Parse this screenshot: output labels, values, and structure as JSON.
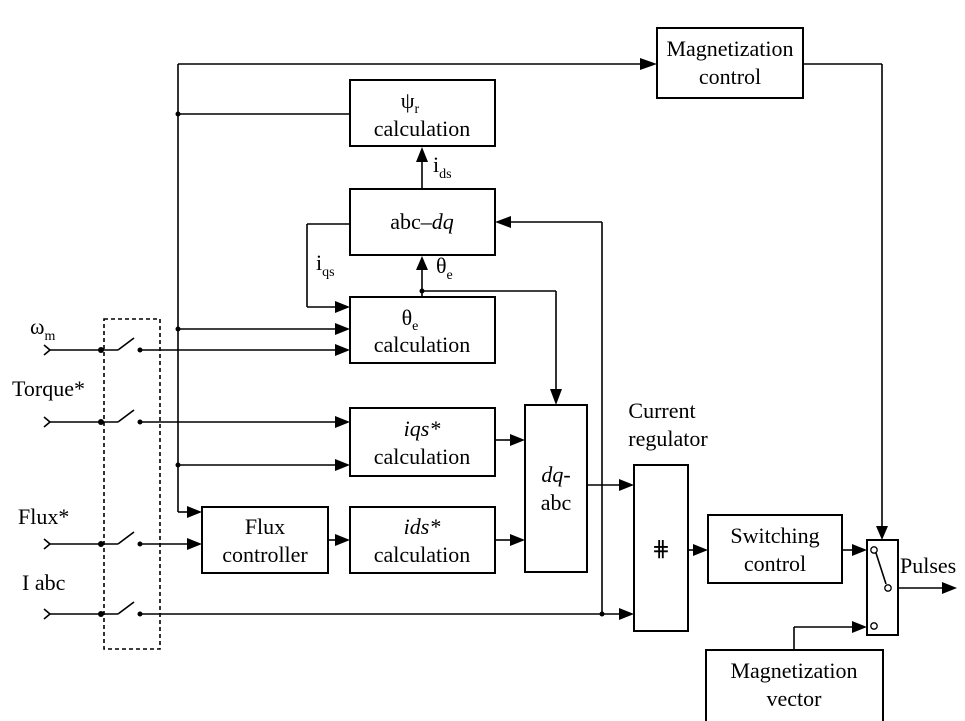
{
  "blocks": {
    "magnetization_control": {
      "line1": "Magnetization",
      "line2": "control"
    },
    "psi_calc": {
      "symbol": "ψ",
      "subscript": "r",
      "line2": "calculation"
    },
    "abc_dq": {
      "prefix": "abc–",
      "italic": "dq"
    },
    "theta_calc": {
      "symbol": "θ",
      "subscript": "e",
      "line2": "calculation"
    },
    "iqs_calc": {
      "line1": "iqs*",
      "line2": "calculation"
    },
    "ids_calc": {
      "line1": "ids*",
      "line2": "calculation"
    },
    "flux_controller": {
      "line1": "Flux",
      "line2": "controller"
    },
    "dq_abc": {
      "line1": "dq-",
      "line2": "abc"
    },
    "current_regulator": {
      "line1": "Current",
      "line2": "regulator",
      "symbol": "⋕"
    },
    "switching_control": {
      "line1": "Switching",
      "line2": "control"
    },
    "magnetization_vector": {
      "line1": "Magnetization",
      "line2": "vector"
    }
  },
  "signals": {
    "ids": {
      "base": "i",
      "sub": "ds"
    },
    "iqs": {
      "base": "i",
      "sub": "qs"
    },
    "theta_e": {
      "base": "θ",
      "sub": "e"
    }
  },
  "inputs": {
    "omega_m": {
      "base": "ω",
      "sub": "m"
    },
    "torque": "Torque*",
    "flux": "Flux*",
    "iabc": "I abc"
  },
  "outputs": {
    "pulses": "Pulses"
  }
}
